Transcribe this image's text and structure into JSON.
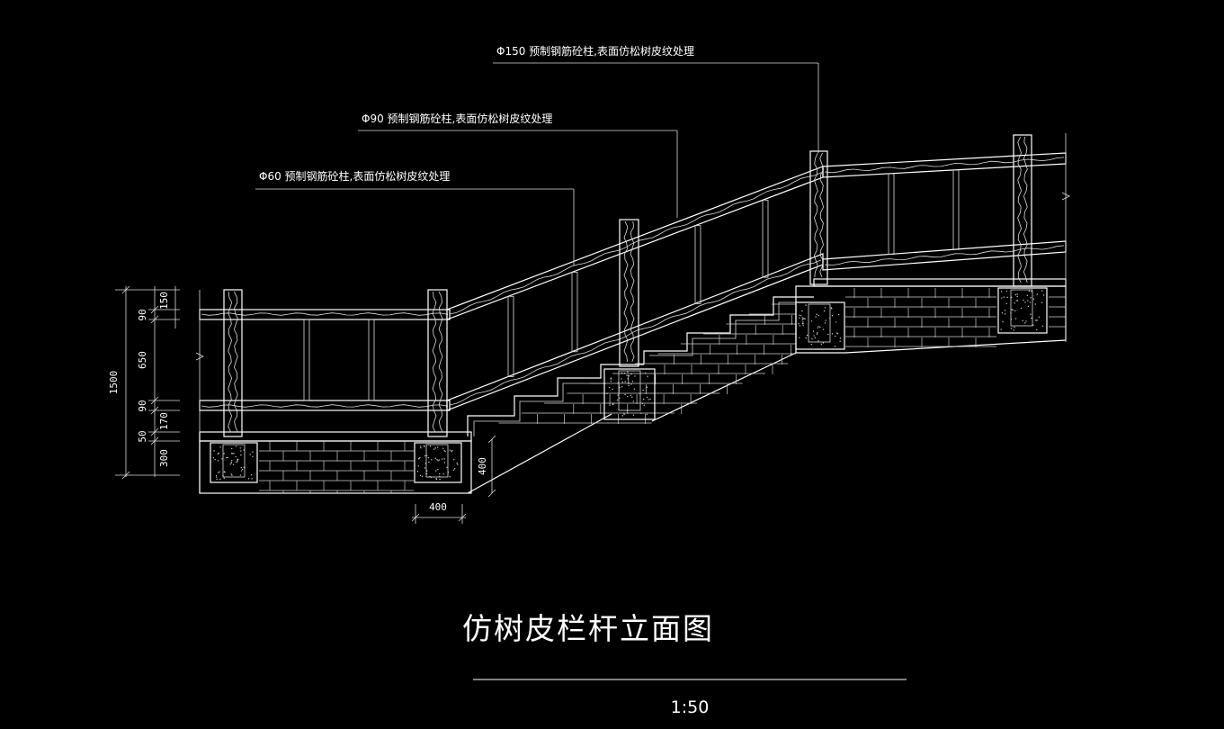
{
  "notes": {
    "post_150": "Φ150 预制钢筋砼柱,表面仿松树皮纹处理",
    "post_90": "Φ90 预制钢筋砼柱,表面仿松树皮纹处理",
    "post_60": "Φ60 预制钢筋砼柱,表面仿松树皮纹处理"
  },
  "dimensions": {
    "total_height": "1500",
    "seg_150": "150",
    "seg_90_top": "90",
    "seg_650": "650",
    "seg_90_bottom": "90",
    "seg_170": "170",
    "seg_50": "50",
    "seg_300": "300",
    "footing_width": "400",
    "footing_depth": "400"
  },
  "title": "仿树皮栏杆立面图",
  "scale": "1:50"
}
